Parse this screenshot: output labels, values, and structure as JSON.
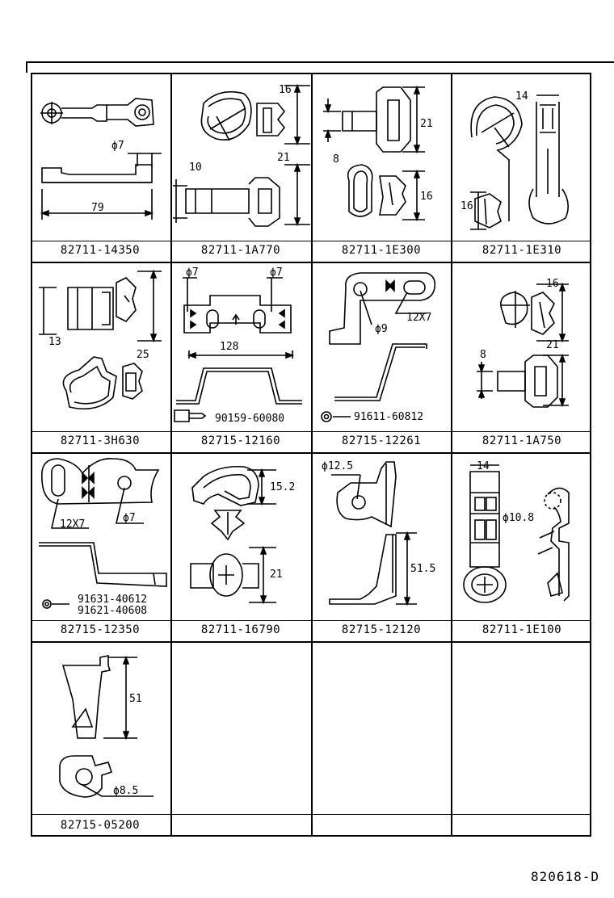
{
  "diagram_code": "820618-D",
  "cells": [
    {
      "part": "82711-14350",
      "dims": [
        "ϕ7",
        "79"
      ]
    },
    {
      "part": "82711-1A770",
      "dims": [
        "16",
        "21",
        "10"
      ]
    },
    {
      "part": "82711-1E300",
      "dims": [
        "21",
        "8",
        "16"
      ]
    },
    {
      "part": "82711-1E310",
      "dims": [
        "14",
        "16"
      ]
    },
    {
      "part": "82711-3H630",
      "dims": [
        "13",
        "25"
      ]
    },
    {
      "part": "82715-12160",
      "dims": [
        "ϕ7",
        "ϕ7",
        "128"
      ],
      "hardware": [
        "90159-60080"
      ]
    },
    {
      "part": "82715-12261",
      "dims": [
        "12X7",
        "ϕ9"
      ],
      "hardware": [
        "91611-60812"
      ]
    },
    {
      "part": "82711-1A750",
      "dims": [
        "16",
        "8",
        "21"
      ]
    },
    {
      "part": "82715-12350",
      "dims": [
        "12X7",
        "ϕ7"
      ],
      "hardware": [
        "91631-40612",
        "91621-40608"
      ]
    },
    {
      "part": "82711-16790",
      "dims": [
        "15.2",
        "21"
      ]
    },
    {
      "part": "82715-12120",
      "dims": [
        "ϕ12.5",
        "51.5"
      ]
    },
    {
      "part": "82711-1E100",
      "dims": [
        "14",
        "ϕ10.8"
      ]
    },
    {
      "part": "82715-05200",
      "dims": [
        "51",
        "ϕ8.5"
      ]
    },
    {
      "part": ""
    },
    {
      "part": ""
    },
    {
      "part": ""
    }
  ]
}
